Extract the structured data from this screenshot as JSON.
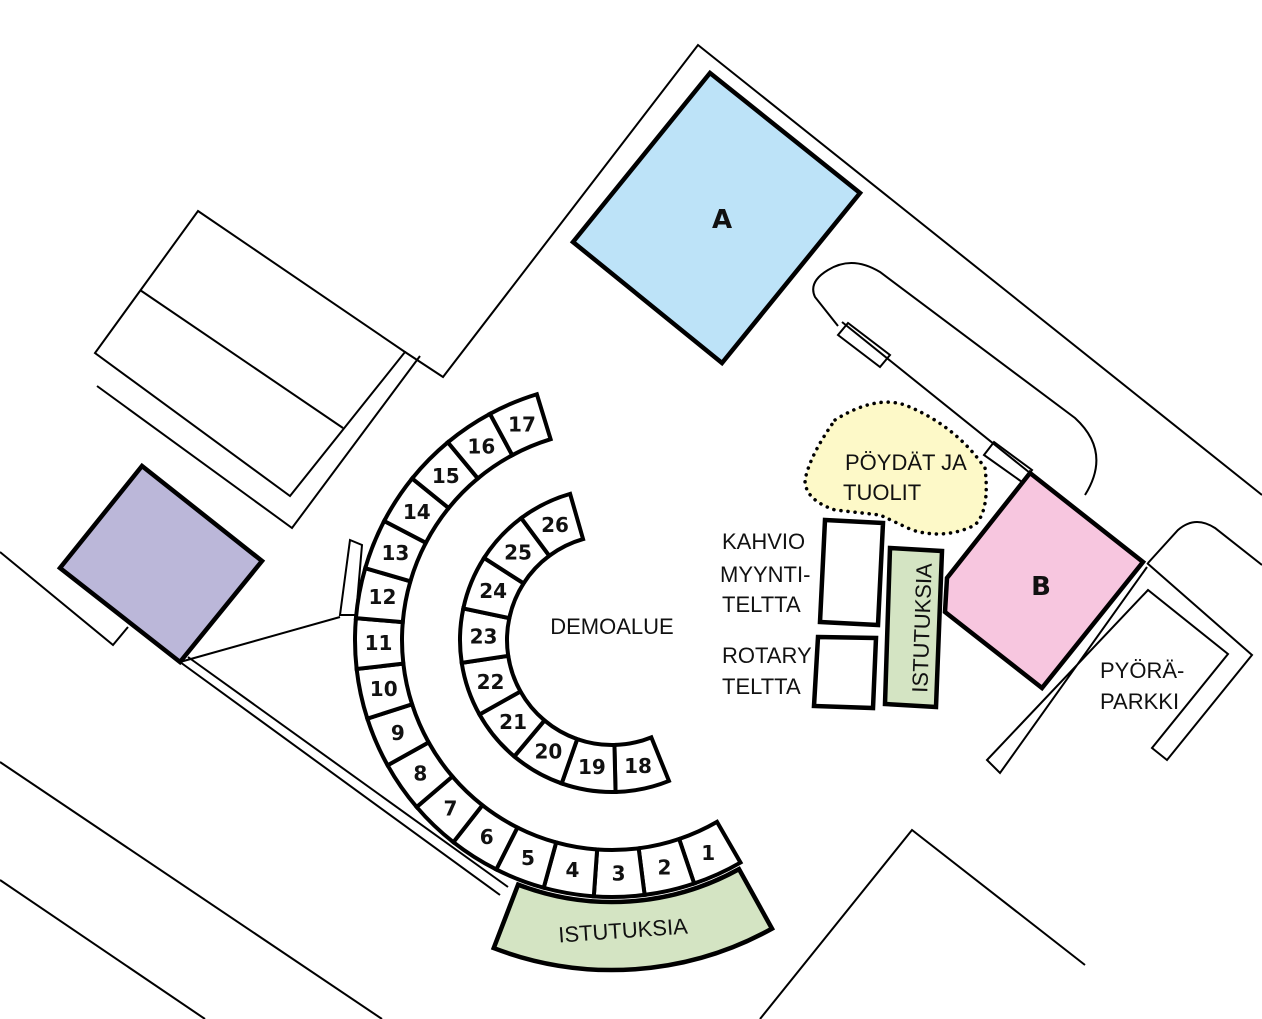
{
  "areas": {
    "a": {
      "label": "A",
      "color": "#bde3f8"
    },
    "b": {
      "label": "B",
      "color": "#f7c6df"
    },
    "purple_building": {
      "color": "#bbb7d9"
    },
    "tables": {
      "label_line1": "PÖYDÄT JA",
      "label_line2": "TUOLIT",
      "color": "#fdf9c8"
    },
    "cafe": {
      "label_line1": "KAHVIO",
      "label_line2": "MYYNTI-",
      "label_line3": "TELTTA"
    },
    "rotary": {
      "label_line1": "ROTARY",
      "label_line2": "TELTTA"
    },
    "planting_vertical": {
      "label": "ISTUTUKSIA",
      "color": "#d4e4c3"
    },
    "planting_arc": {
      "label": "ISTUTUKSIA",
      "color": "#d4e4c3"
    },
    "demo": {
      "label": "DEMOALUE"
    },
    "bike_parking": {
      "label_line1": "PYÖRÄ-",
      "label_line2": "PARKKI"
    }
  },
  "stalls": {
    "outer": [
      "1",
      "2",
      "3",
      "4",
      "5",
      "6",
      "7",
      "8",
      "9",
      "10",
      "11",
      "12",
      "13",
      "14",
      "15",
      "16",
      "17"
    ],
    "inner": [
      "18",
      "19",
      "20",
      "21",
      "22",
      "23",
      "24",
      "25",
      "26"
    ]
  }
}
